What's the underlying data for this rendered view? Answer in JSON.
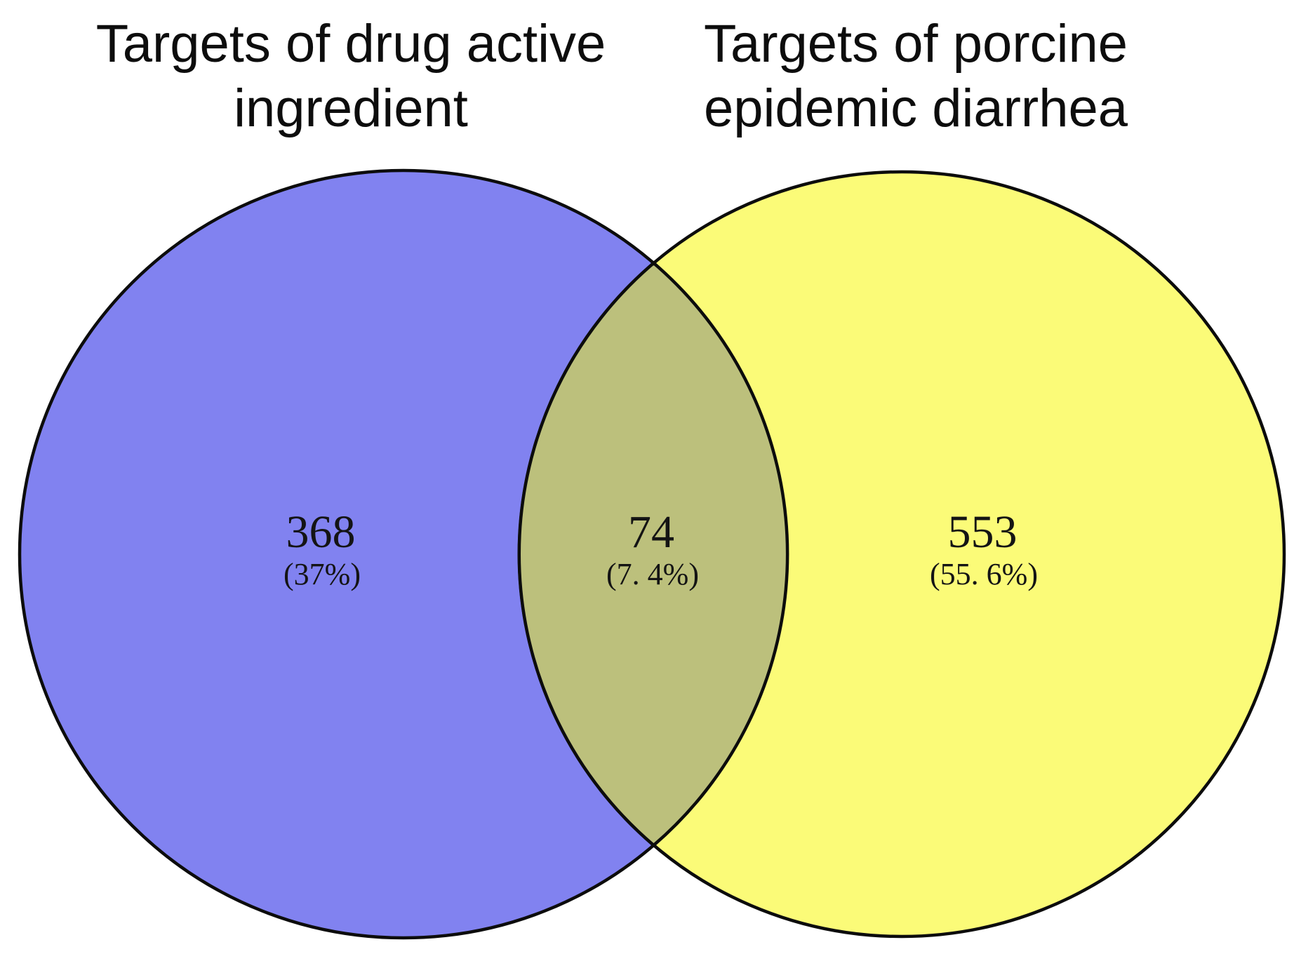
{
  "figure": {
    "left_title": {
      "line1": "Targets of drug active",
      "line2": "ingredient"
    },
    "right_title": {
      "line1": "Targets of porcine",
      "line2": "epidemic diarrhea"
    },
    "left_set": {
      "count": "368",
      "percent": "(37%)",
      "color": "#8182f0"
    },
    "overlap_set": {
      "count": "74",
      "percent": "(7. 4%)",
      "color": "#bcc07c"
    },
    "right_set": {
      "count": "553",
      "percent": "(55. 6%)",
      "color": "#fbfb78"
    }
  },
  "chart_data": {
    "type": "venn",
    "title": "",
    "sets": [
      {
        "label": "Targets of drug active ingredient",
        "unique_count": 368,
        "unique_percent": "37%",
        "color": "#8182f0"
      },
      {
        "label": "Targets of porcine epidemic diarrhea",
        "unique_count": 553,
        "unique_percent": "55.6%",
        "color": "#fbfb78"
      }
    ],
    "intersection": {
      "count": 74,
      "percent": "7.4%",
      "color": "#bcc07c"
    },
    "legend_position": "none",
    "annotations": "Counts with percentages in parentheses inside each region; set titles above circles; black circle outlines on white background"
  }
}
